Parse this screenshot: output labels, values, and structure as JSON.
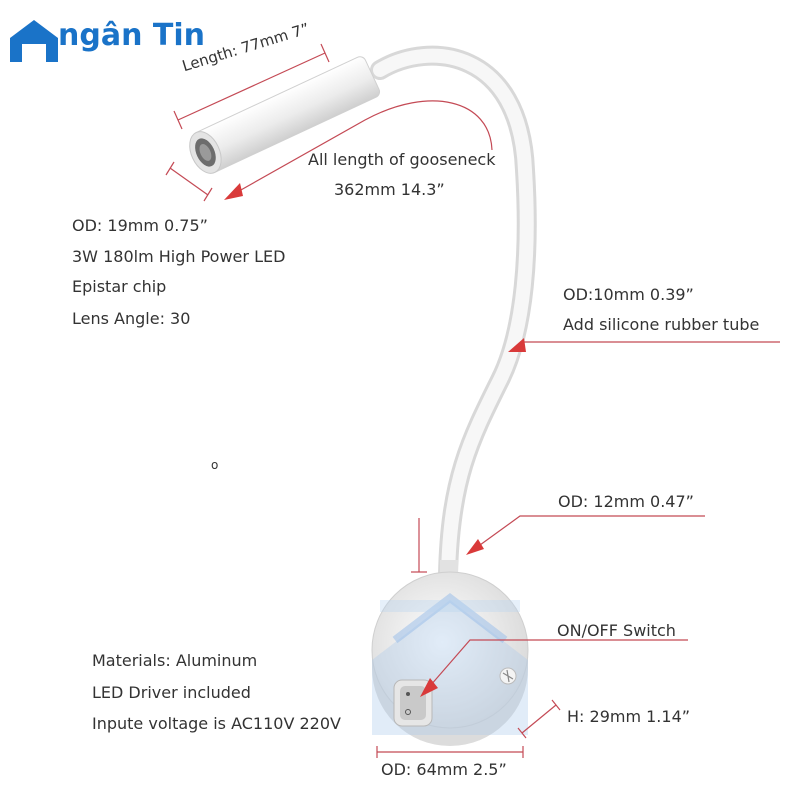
{
  "brand": {
    "name": "ngân Tin",
    "color": "#1a73c8"
  },
  "dimensions": {
    "length": "Length: 77mm   7”",
    "gooseneck_title": "All length of gooseneck",
    "gooseneck_value": "362mm  14.3”",
    "head_od": "OD: 19mm  0.75”",
    "tube_od": "OD:10mm    0.39”",
    "tube_note": "Add silicone rubber tube",
    "base_neck_od": "OD: 12mm    0.47”",
    "switch": "ON/OFF Switch",
    "height": "H: 29mm  1.14”",
    "base_od": "OD: 64mm   2.5”"
  },
  "specs": {
    "led": "3W 180lm High Power LED",
    "chip": "Epistar chip",
    "lens": "Lens Angle: 30"
  },
  "materials": {
    "material": "Materials: Aluminum",
    "driver": "LED Driver included",
    "voltage": "Inpute voltage is AC110V 220V"
  },
  "stray_mark": "o",
  "colors": {
    "arrow": "#d93a3a",
    "dim_line": "#c44a55",
    "body": "#f2f2f2"
  }
}
